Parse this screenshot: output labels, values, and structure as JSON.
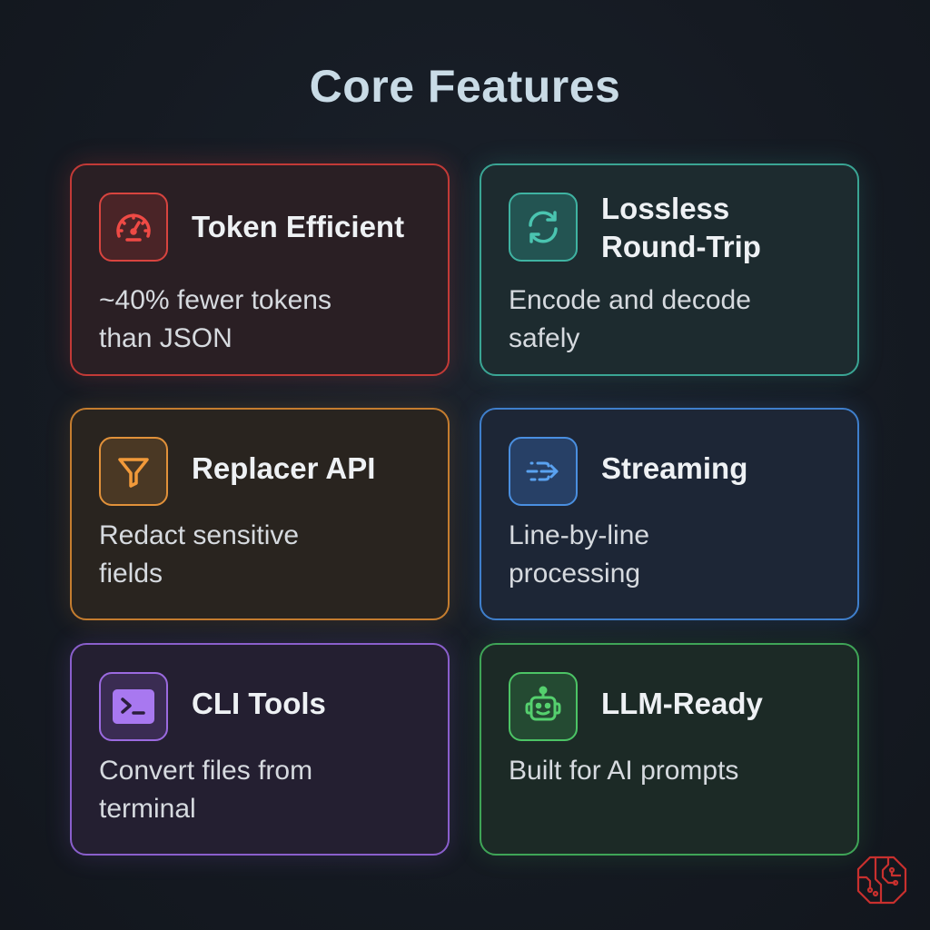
{
  "page": {
    "title": "Core Features"
  },
  "cards": [
    {
      "title": "Token Efficient",
      "desc_line1": "~40% fewer tokens",
      "desc_line2": "than JSON",
      "icon": "speedometer-icon",
      "color": "#e5433f"
    },
    {
      "title_line1": "Lossless",
      "title_line2": "Round-Trip",
      "desc_line1": "Encode and decode",
      "desc_line2": "safely",
      "icon": "refresh-icon",
      "color": "#3fb9a6"
    },
    {
      "title": "Replacer API",
      "desc_line1": "Redact sensitive",
      "desc_line2": "fields",
      "icon": "filter-icon",
      "color": "#eb9636"
    },
    {
      "title": "Streaming",
      "desc_line1": "Line-by-line",
      "desc_line2": "processing",
      "icon": "stream-arrow-icon",
      "color": "#4a90e2"
    },
    {
      "title": "CLI Tools",
      "desc_line1": "Convert files from",
      "desc_line2": "terminal",
      "icon": "terminal-icon",
      "color": "#a06be8"
    },
    {
      "title": "LLM-Ready",
      "desc_line1": "Built for AI prompts",
      "icon": "robot-icon",
      "color": "#4cc465"
    }
  ],
  "logo": {
    "icon": "circuit-brain-logo-icon",
    "color": "#c8302e"
  }
}
